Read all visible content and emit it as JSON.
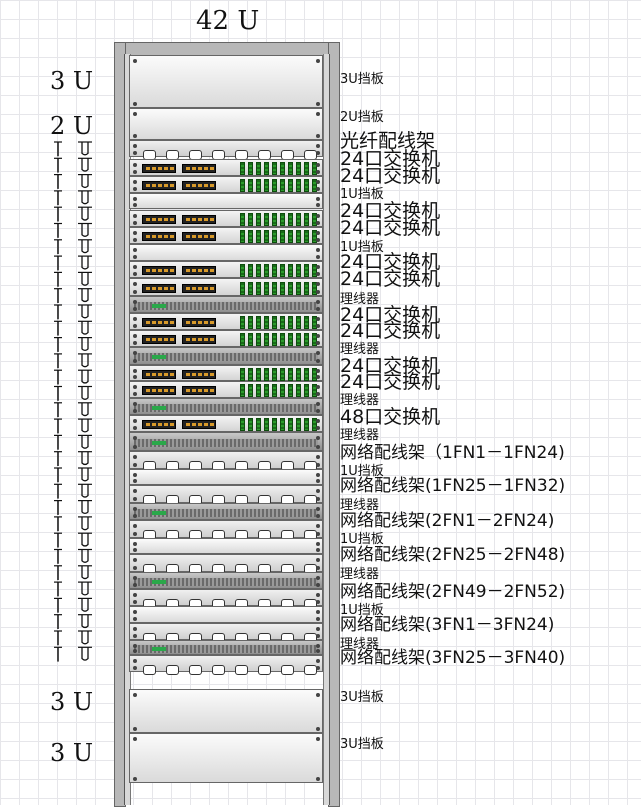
{
  "title": "42 U",
  "left_labels": {
    "top_3u": "3 U",
    "top_2u": "2 U",
    "bottom_3u_a": "3 U",
    "bottom_3u_b": "3 U",
    "bracket_1u": "1 U"
  },
  "devices": [
    {
      "type": "blank",
      "label": "3U挡板"
    },
    {
      "type": "blank",
      "label": "2U挡板"
    },
    {
      "type": "panel",
      "label": "光纤配线架"
    },
    {
      "type": "switch",
      "label": "24口交换机"
    },
    {
      "type": "switch",
      "label": "24口交换机"
    },
    {
      "type": "blank",
      "label": "1U挡板"
    },
    {
      "type": "switch",
      "label": "24口交换机"
    },
    {
      "type": "switch",
      "label": "24口交换机"
    },
    {
      "type": "blank",
      "label": "1U挡板"
    },
    {
      "type": "switch",
      "label": "24口交换机"
    },
    {
      "type": "switch",
      "label": "24口交换机"
    },
    {
      "type": "manager",
      "label": "理线器"
    },
    {
      "type": "switch",
      "label": "24口交换机"
    },
    {
      "type": "switch",
      "label": "24口交换机"
    },
    {
      "type": "manager",
      "label": "理线器"
    },
    {
      "type": "switch",
      "label": "24口交换机"
    },
    {
      "type": "switch",
      "label": "24口交换机"
    },
    {
      "type": "manager",
      "label": "理线器"
    },
    {
      "type": "switch",
      "label": "48口交换机"
    },
    {
      "type": "manager",
      "label": "理线器"
    },
    {
      "type": "panel",
      "label": "网络配线架（1FN1－1FN24)"
    },
    {
      "type": "blank",
      "label": "1U挡板"
    },
    {
      "type": "panel",
      "label": "网络配线架(1FN25－1FN32)"
    },
    {
      "type": "manager",
      "label": "理线器"
    },
    {
      "type": "panel",
      "label": "网络配线架(2FN1－2FN24)"
    },
    {
      "type": "blank",
      "label": "1U挡板"
    },
    {
      "type": "panel",
      "label": "网络配线架(2FN25－2FN48)"
    },
    {
      "type": "manager",
      "label": "理线器"
    },
    {
      "type": "panel",
      "label": "网络配线架(2FN49－2FN52)"
    },
    {
      "type": "blank",
      "label": "1U挡板"
    },
    {
      "type": "panel",
      "label": "网络配线架(3FN1－3FN24)"
    },
    {
      "type": "manager",
      "label": "理线器"
    },
    {
      "type": "panel",
      "label": "网络配线架(3FN25－3FN40)"
    },
    {
      "type": "blank",
      "label": "3U挡板"
    },
    {
      "type": "blank",
      "label": "3U挡板"
    }
  ],
  "colors": {
    "frame": "#c0c0c0",
    "port_green": "#2a9a2a",
    "port_orange": "#d89a2a"
  }
}
